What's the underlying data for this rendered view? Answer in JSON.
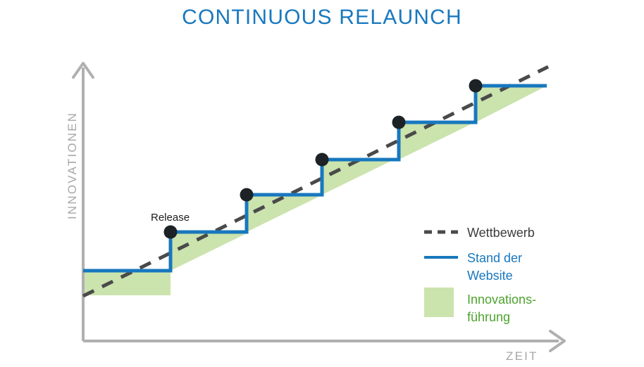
{
  "title": "CONTINUOUS RELAUNCH",
  "annotations": {
    "release_label": "Release"
  },
  "axes": {
    "y_label": "INNOVATIONEN",
    "x_label": "ZEIT"
  },
  "legend": {
    "items": [
      {
        "label": "Wettbewerb",
        "marker": "dashed-line",
        "color": "#4a4a4a"
      },
      {
        "label": "Stand der",
        "label2": "Website",
        "marker": "solid-line",
        "color": "#1878be"
      },
      {
        "label": "Innovations-",
        "label2": "führung",
        "marker": "filled-square",
        "color": "#4da32e"
      }
    ]
  },
  "colors": {
    "title_blue": "#1878be",
    "step_blue": "#1878be",
    "competitor_gray": "#4a4a4a",
    "fill_green": "#cbe3ad",
    "legend_green_text": "#4da32e",
    "axis_gray": "#b0b0b0",
    "dot_black": "#1c2226"
  },
  "chart_data": {
    "type": "line",
    "title": "CONTINUOUS RELAUNCH",
    "xlabel": "ZEIT",
    "ylabel": "INNOVATIONEN",
    "grid": false,
    "legend_position": "bottom-right",
    "axis_ticks": false,
    "xlim": [
      0,
      10
    ],
    "ylim": [
      0,
      10
    ],
    "series": [
      {
        "name": "Wettbewerb",
        "type": "line",
        "style": "dashed",
        "color": "#4a4a4a",
        "x": [
          0,
          10
        ],
        "y": [
          1.55,
          6.6
        ]
      },
      {
        "name": "Stand der Website",
        "type": "step",
        "style": "solid",
        "color": "#1878be",
        "step_mode": "pre",
        "x": [
          0,
          1.9,
          1.9,
          3.55,
          3.55,
          5.2,
          5.2,
          6.85,
          6.85,
          8.5,
          8.5,
          10
        ],
        "y": [
          2.1,
          2.1,
          3.0,
          3.0,
          3.8,
          3.8,
          4.6,
          4.6,
          5.45,
          5.45,
          6.25,
          6.25
        ]
      },
      {
        "name": "Innovationsführung",
        "type": "area",
        "color": "#cbe3ad",
        "description": "Filled region between the website step line and the competitor trend line wherever the website is ahead"
      }
    ],
    "release_points": [
      {
        "label": "Release",
        "x": 1.9,
        "y": 3.0
      },
      {
        "x": 3.55,
        "y": 3.8
      },
      {
        "x": 5.2,
        "y": 4.6
      },
      {
        "x": 6.85,
        "y": 5.45
      },
      {
        "x": 8.5,
        "y": 6.25
      }
    ]
  }
}
